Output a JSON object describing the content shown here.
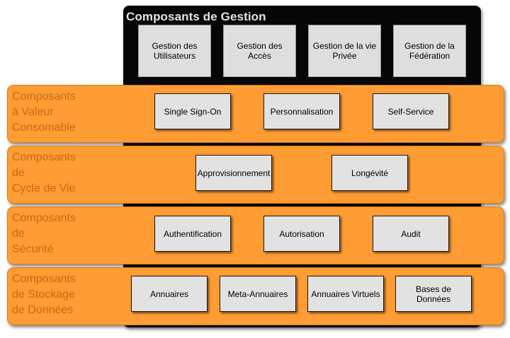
{
  "management": {
    "title": "Composants de Gestion",
    "items": [
      "Gestion des\nUtilisateurs",
      "Gestion des\nAccès",
      "Gestion de la vie\nPrivée",
      "Gestion de la\nFédération"
    ]
  },
  "layers": [
    {
      "label": "Composants\nà Valeur\nConsomable",
      "items": [
        "Single Sign-On",
        "Personnalisation",
        "Self-Service"
      ]
    },
    {
      "label": "Composants\nde\nCycle de Vie",
      "items": [
        "Approvisionnement",
        "Longévité"
      ]
    },
    {
      "label": "Composants\nde\nSécurité",
      "items": [
        "Authentification",
        "Autorisation",
        "Audit"
      ]
    },
    {
      "label": "Composants\nde Stockage\nde Données",
      "items": [
        "Annuaires",
        "Meta-Annuaires",
        "Annuaires Virtuels",
        "Bases de Données"
      ]
    }
  ],
  "colors": {
    "layer_fill": "#ff9c33",
    "layer_text": "#c66a12",
    "management_fill": "#060606",
    "box_fill": "#e2e2e2"
  }
}
